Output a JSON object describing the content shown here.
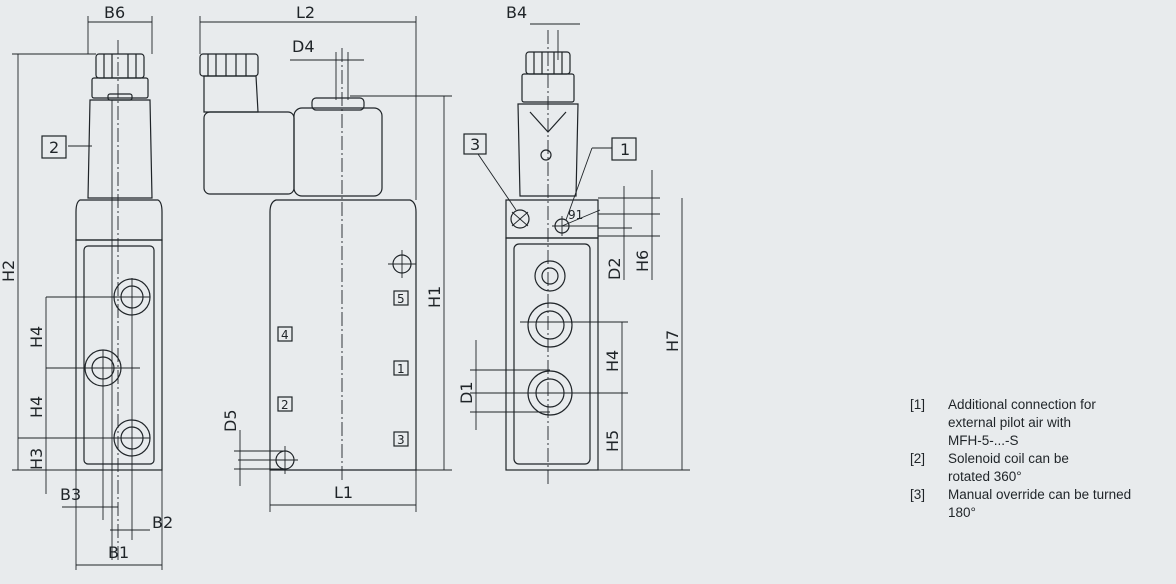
{
  "dimensions": {
    "B6": "B6",
    "L2": "L2",
    "D4": "D4",
    "B4": "B4",
    "H2": "H2",
    "H1": "H1",
    "H7": "H7",
    "H6": "H6",
    "D2": "D2",
    "H4a": "H4",
    "H4b": "H4",
    "H4c": "H4",
    "H3": "H3",
    "H5": "H5",
    "D1": "D1",
    "D5": "D5",
    "L1": "L1",
    "B1": "B1",
    "B2": "B2",
    "B3": "B3",
    "angle": "91"
  },
  "callouts": {
    "c1": "1",
    "c2": "2",
    "c3": "3"
  },
  "ports": {
    "p5": "5",
    "p4": "4",
    "p1": "1",
    "p2": "2",
    "p3": "3"
  },
  "legend": [
    {
      "num": "[1]",
      "lines": [
        "Additional connection for",
        "external pilot air with",
        "MFH-5-...-S"
      ]
    },
    {
      "num": "[2]",
      "lines": [
        "Solenoid coil can be",
        "rotated 360°"
      ]
    },
    {
      "num": "[3]",
      "lines": [
        "Manual override can be turned",
        "180°"
      ]
    }
  ]
}
